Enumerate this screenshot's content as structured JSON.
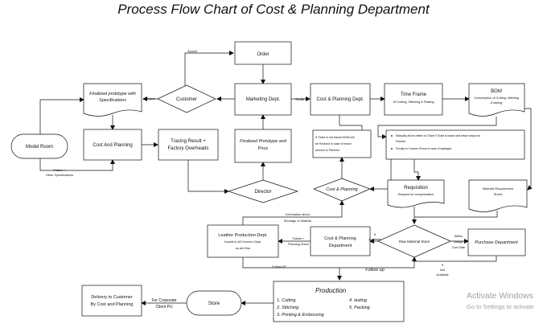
{
  "title": "Process Flow Chart of Cost & Planning Department",
  "nodes": {
    "order": "Order",
    "customer": "Customer",
    "marketing": "Marketing Dept.",
    "cp_dept": "Cost & Planning Dept.",
    "time_frame": "Time Frame",
    "time_frame_sub": "Of Cutting, Stitching & Pasting",
    "bom": "BOM",
    "bom_sub1": "Consumption of Cutting, stitching",
    "bom_sub2": "& lasting",
    "finalized_prototype_1": "Finalized prototype with",
    "finalized_prototype_2": "Specifications",
    "model_room": "Model Room",
    "cost_and_planning": "Cost And Planning",
    "tracing_1": "Tracing Result +",
    "tracing_2": "Factory Overheads",
    "finalized_price_1": "Finalized Prototype and",
    "finalized_price_2": "Price",
    "director": "Director",
    "bom_note_1": "If Ticket is not issued BOM will",
    "bom_note_2": "be Revised in case of lesser",
    "bom_note_3": "amount is Planned",
    "manual_note_1a": "Manually will be written on Ticket if Ticket is issued and lesser amount is",
    "manual_note_1b": "Planned",
    "manual_note_2": "Penalty to Concern Person in case of wastages",
    "cost_planning_diamond": "Cost & Planning",
    "requisition": "Requisition",
    "requisition_sub": "Request for compensation",
    "material_sheet_1": "Material Requirement",
    "material_sheet_2": "Sheet",
    "raw_material_store": "Raw Material Store",
    "purchase_dept": "Purchase Department",
    "leather_1": "Leather Production Dept.",
    "leather_2": "Issued to All Concern Dept.",
    "leather_3": "as per flow",
    "cp_dept2_1": "Cost & Planning",
    "cp_dept2_2": "Department",
    "production": "Production",
    "prod_1": "1. Cutting",
    "prod_2": "2. Stitching",
    "prod_3": "3. Printing & Embossing",
    "prod_4": "4. lasting",
    "prod_5": "5. Packing",
    "store": "Store",
    "delivery_1": "Delivery to Customer",
    "delivery_2": "By Cost and Planning"
  },
  "labels": {
    "accept": "Accept",
    "reject": "Reject",
    "order_arrow": "Order",
    "pattern_1": "Pattern +",
    "pattern_2": "Other Specifications",
    "info_1": "Information about",
    "info_2": "Shortage of Material",
    "tickets_1": "Tickets +",
    "tickets_2": "Planning Sheet",
    "if_available_1": "If",
    "if_available_2": "Available",
    "within_1": "Within",
    "within_2": "Assign",
    "within_3": "Due Date",
    "if_not_1": "If",
    "if_not_2": "Not",
    "if_not_3": "Available",
    "follow_up_1": "Follow UP",
    "follow_up_2": "Follow up",
    "corporate_1": "For Corporate",
    "corporate_2": "Client PU"
  },
  "watermark": {
    "line1": "Activate Windows",
    "line2": "Go to Settings to activate"
  }
}
